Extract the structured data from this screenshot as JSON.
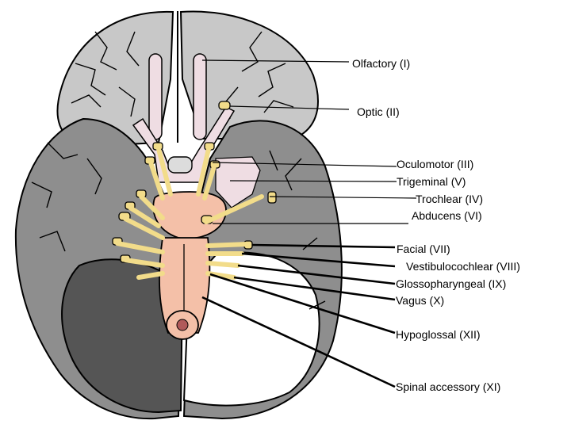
{
  "labels": {
    "olfactory": "Olfactory (I)",
    "optic": "Optic (II)",
    "oculomotor": "Oculomotor (III)",
    "trigeminal": "Trigeminal (V)",
    "trochlear": "Trochlear (IV)",
    "abducens": "Abducens (VI)",
    "facial": "Facial (VII)",
    "vestibulocochlear": "Vestibulocochlear (VIII)",
    "glossopharyngeal": "Glossopharyngeal (IX)",
    "vagus": "Vagus (X)",
    "hypoglossal": "Hypoglossal (XII)",
    "spinal_accessory": "Spinal accessory (XI)"
  },
  "colors": {
    "frontal_lobe": "#c8c8c8",
    "temporal_lobe": "#8e8e8e",
    "cerebellum_left": "#555555",
    "brainstem": "#f4c0a8",
    "optic_tract": "#efdde3",
    "nerve_root": "#f2dc8a"
  }
}
